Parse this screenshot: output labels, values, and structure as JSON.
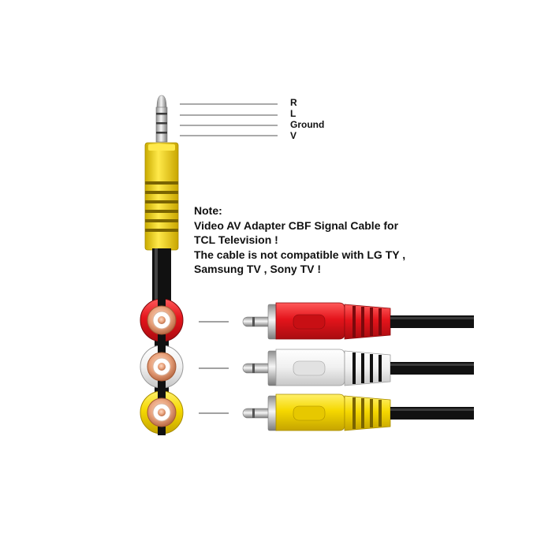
{
  "pin_labels": [
    "R",
    "L",
    "Ground",
    "V"
  ],
  "note": {
    "heading": "Note:",
    "lines": [
      "Video AV Adapter CBF Signal Cable for",
      "TCL Television !",
      "The cable is not compatible with LG TY ,",
      "Samsung TV , Sony TV !"
    ]
  },
  "colors": {
    "yellow": "#f5d800",
    "red": "#e4141b",
    "white": "#f2f2f2",
    "cable": "#111111",
    "metal": "#c8c8c8",
    "copper": "#e6a07a"
  },
  "plugs": [
    {
      "name": "red-rca-plug",
      "color": "#e4141b"
    },
    {
      "name": "white-rca-plug",
      "color": "#f2f2f2"
    },
    {
      "name": "yellow-rca-plug",
      "color": "#f5d800"
    }
  ]
}
